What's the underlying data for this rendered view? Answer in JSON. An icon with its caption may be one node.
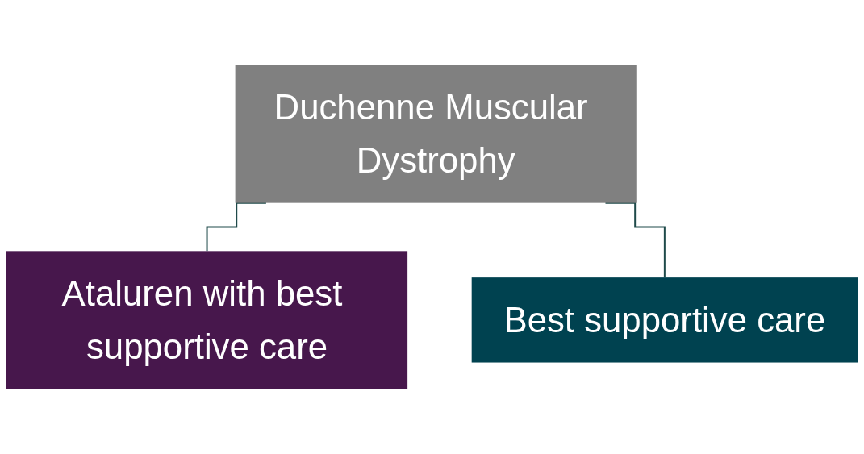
{
  "diagram": {
    "nodes": [
      {
        "text": [
          "Duchenne Muscular Dystrophy"
        ]
      },
      {
        "text": [
          "Ataluren with best supportive care"
        ]
      },
      {
        "text": [
          "Best supportive care"
        ]
      }
    ],
    "edges": [
      {
        "from": 0,
        "to": 1,
        "arrow": "none"
      },
      {
        "from": 0,
        "to": 2,
        "arrow": "none"
      }
    ]
  }
}
